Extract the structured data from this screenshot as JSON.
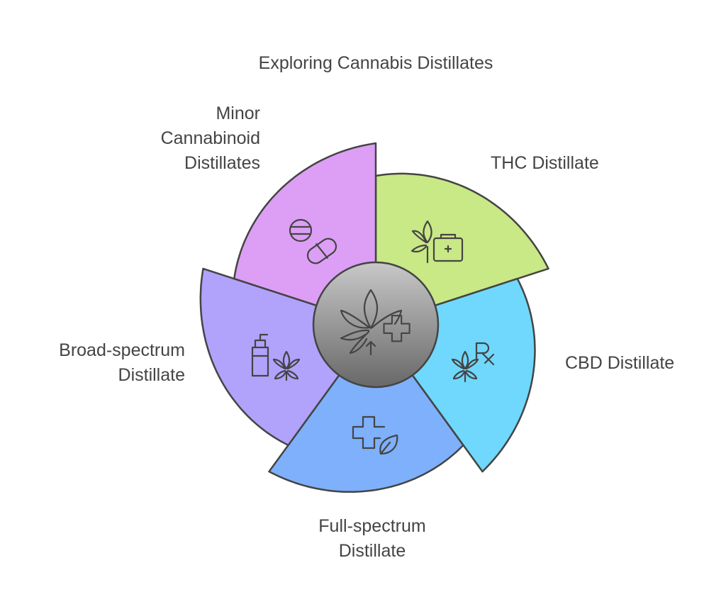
{
  "title": "Exploring Cannabis Distillates",
  "segments": [
    {
      "label": "THC Distillate",
      "color": "#c9e886",
      "icon": "cannabis-first-aid-icon"
    },
    {
      "label": "CBD Distillate",
      "color": "#6fd8fc",
      "icon": "cannabis-rx-icon"
    },
    {
      "label": "Full-spectrum Distillate",
      "line1": "Full-spectrum",
      "line2": "Distillate",
      "color": "#7eb0fc",
      "icon": "medical-cross-leaf-icon"
    },
    {
      "label": "Broad-spectrum Distillate",
      "line1": "Broad-spectrum",
      "line2": "Distillate",
      "color": "#b1a2fb",
      "icon": "pump-bottle-cannabis-icon"
    },
    {
      "label": "Minor Cannabinoid Distillates",
      "line1": "Minor",
      "line2": "Cannabinoid",
      "line3": "Distillates",
      "color": "#dc9ff5",
      "icon": "pills-icon"
    }
  ],
  "center": {
    "icon": "cannabis-growth-health-icon"
  }
}
